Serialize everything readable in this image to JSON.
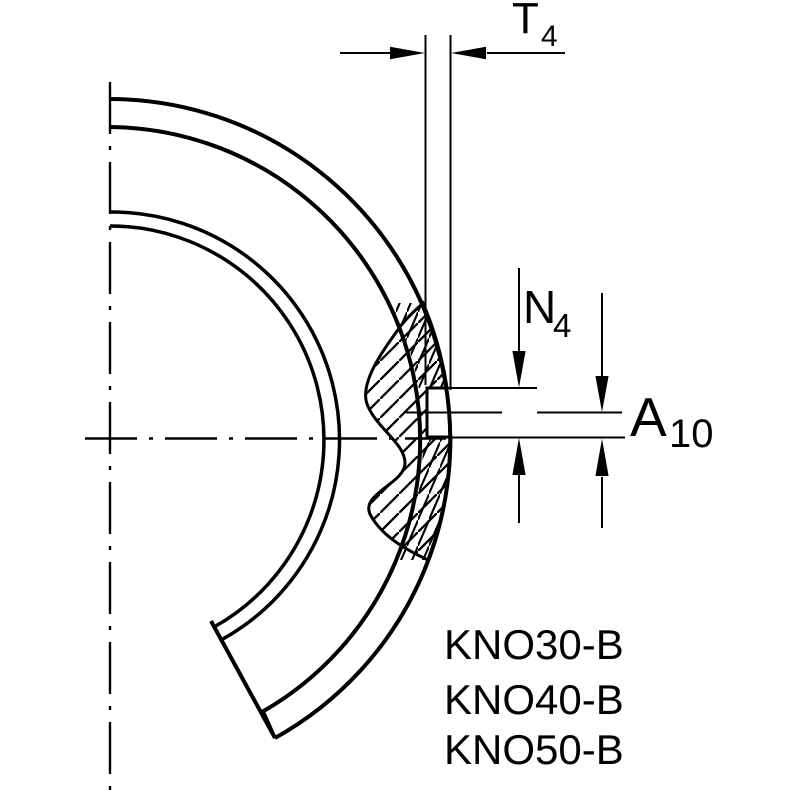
{
  "colors": {
    "line": "#000000",
    "background": "#ffffff"
  },
  "dimension_labels": {
    "t": {
      "letter": "T",
      "subscript": "4"
    },
    "n": {
      "letter": "N",
      "subscript": "4"
    },
    "a": {
      "letter": "A",
      "subscript": "10"
    }
  },
  "part_numbers": [
    "KNO30-B",
    "KNO40-B",
    "KNO50-B"
  ]
}
